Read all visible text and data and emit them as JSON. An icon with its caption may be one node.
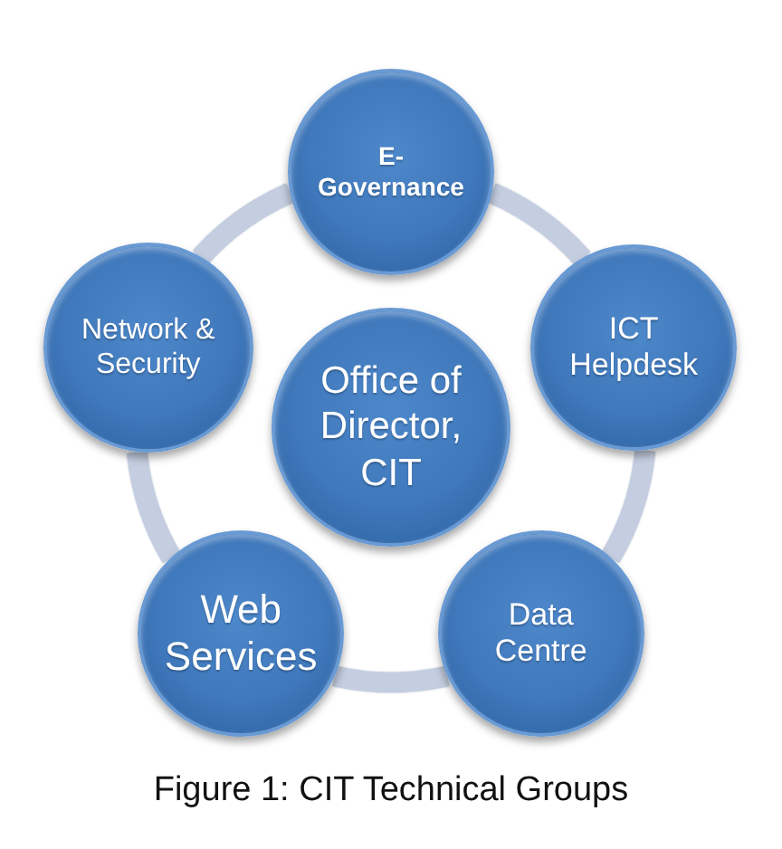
{
  "diagram": {
    "caption": "Figure 1: CIT Technical Groups",
    "nodes": [
      {
        "text": [
          "E-Governance"
        ]
      },
      {
        "text": [
          "Network & Security"
        ]
      },
      {
        "text": [
          "Office of Director, CIT"
        ]
      },
      {
        "text": [
          "ICT Helpdesk"
        ]
      },
      {
        "text": [
          "Web Services"
        ]
      },
      {
        "text": [
          "Data Centre"
        ]
      }
    ],
    "edges": [
      {
        "from": 0,
        "to": 3,
        "arrow": "none"
      },
      {
        "from": 3,
        "to": 5,
        "arrow": "none"
      },
      {
        "from": 5,
        "to": 4,
        "arrow": "none"
      },
      {
        "from": 4,
        "to": 1,
        "arrow": "none"
      },
      {
        "from": 1,
        "to": 0,
        "arrow": "none"
      }
    ]
  }
}
